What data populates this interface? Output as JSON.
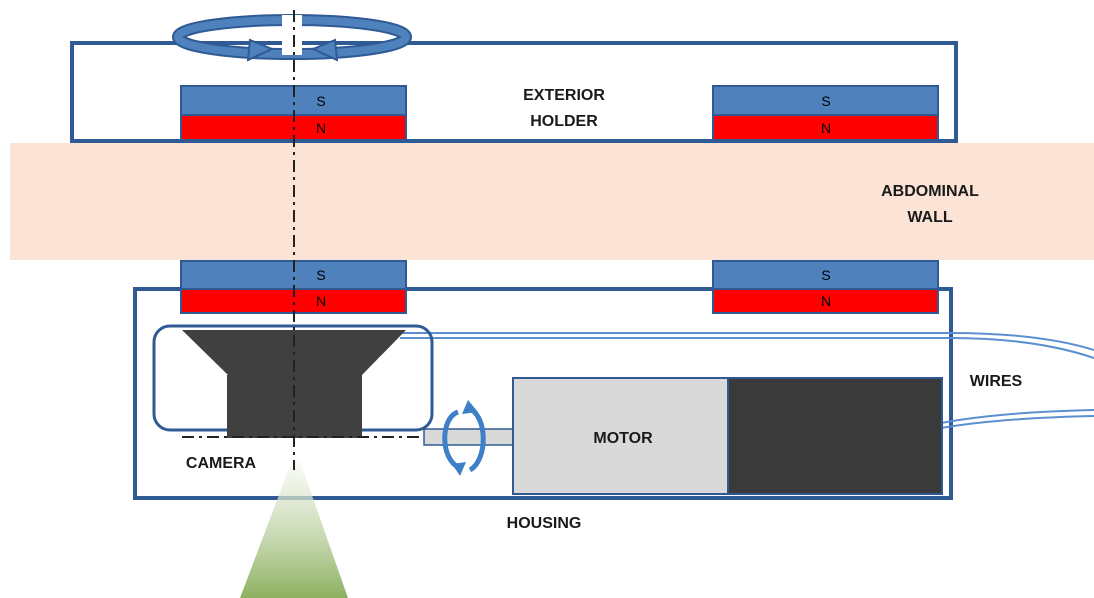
{
  "labels": {
    "exterior_holder_line1": "EXTERIOR",
    "exterior_holder_line2": "HOLDER",
    "abdominal_wall_line1": "ABDOMINAL",
    "abdominal_wall_line2": "WALL",
    "wires": "WIRES",
    "motor": "MOTOR",
    "camera": "CAMERA",
    "housing": "HOUSING"
  },
  "magnets": {
    "south": "S",
    "north": "N"
  },
  "colors": {
    "outline_blue": "#2f5a94",
    "magnet_south": "#4f81bd",
    "magnet_north": "#ff0000",
    "abdominal_wall": "#fbe4d5",
    "camera_body": "#404040",
    "motor_light": "#d9d9d9",
    "motor_dark": "#3a3a3a",
    "view_cone": "#8db060",
    "wire": "#5b8fd0",
    "rotation_arrow": "#3f7fc8"
  },
  "icons": [
    "rotation-arrow-icon"
  ]
}
